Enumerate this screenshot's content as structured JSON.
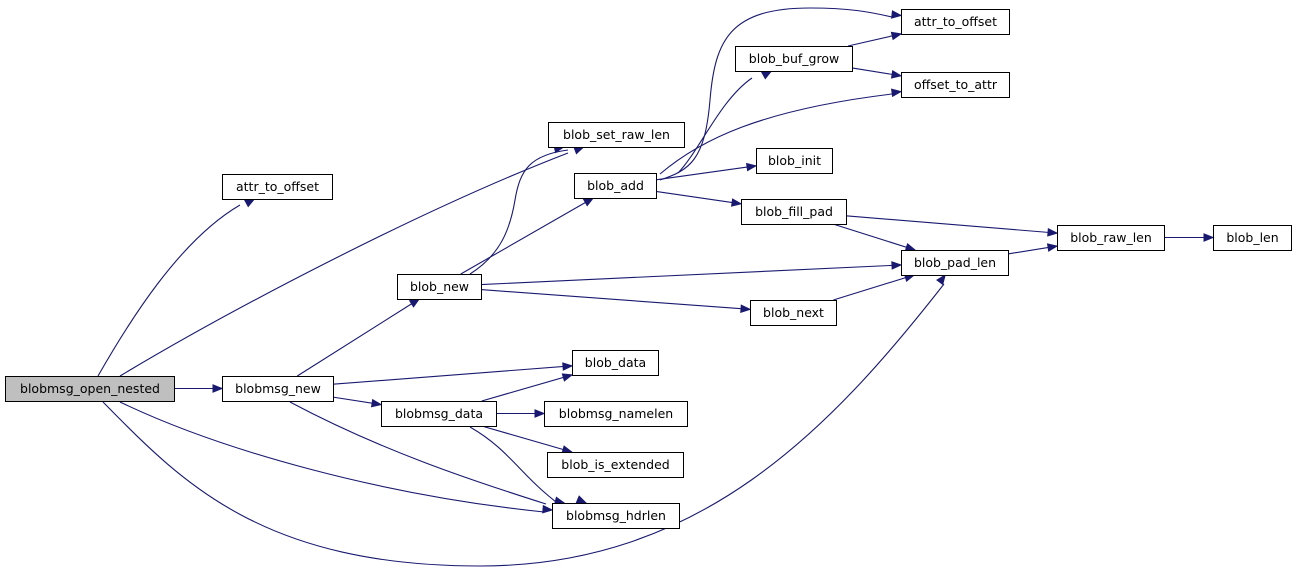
{
  "title": "blobmsg_open_nested",
  "edge_color": "#191970",
  "root_fill": "#bfbfbf",
  "nodes": [
    {
      "id": "blobmsg_open_nested",
      "label": "blobmsg_open_nested",
      "root": true
    },
    {
      "id": "attr_to_offset_1",
      "label": "attr_to_offset"
    },
    {
      "id": "blobmsg_new",
      "label": "blobmsg_new"
    },
    {
      "id": "blob_new",
      "label": "blob_new"
    },
    {
      "id": "blob_set_raw_len",
      "label": "blob_set_raw_len"
    },
    {
      "id": "blob_add",
      "label": "blob_add"
    },
    {
      "id": "blob_data",
      "label": "blob_data"
    },
    {
      "id": "blobmsg_data",
      "label": "blobmsg_data"
    },
    {
      "id": "blobmsg_namelen",
      "label": "blobmsg_namelen"
    },
    {
      "id": "blob_is_extended",
      "label": "blob_is_extended"
    },
    {
      "id": "blobmsg_hdrlen",
      "label": "blobmsg_hdrlen"
    },
    {
      "id": "blob_buf_grow",
      "label": "blob_buf_grow"
    },
    {
      "id": "blob_init",
      "label": "blob_init"
    },
    {
      "id": "blob_fill_pad",
      "label": "blob_fill_pad"
    },
    {
      "id": "blob_next",
      "label": "blob_next"
    },
    {
      "id": "attr_to_offset_2",
      "label": "attr_to_offset"
    },
    {
      "id": "offset_to_attr",
      "label": "offset_to_attr"
    },
    {
      "id": "blob_pad_len",
      "label": "blob_pad_len"
    },
    {
      "id": "blob_raw_len",
      "label": "blob_raw_len"
    },
    {
      "id": "blob_len",
      "label": "blob_len"
    }
  ],
  "edges": [
    {
      "from": "blobmsg_open_nested",
      "to": "attr_to_offset_1"
    },
    {
      "from": "blobmsg_open_nested",
      "to": "blob_set_raw_len"
    },
    {
      "from": "blobmsg_open_nested",
      "to": "blobmsg_new"
    },
    {
      "from": "blobmsg_open_nested",
      "to": "blobmsg_hdrlen"
    },
    {
      "from": "blobmsg_open_nested",
      "to": "blob_pad_len"
    },
    {
      "from": "blobmsg_new",
      "to": "blob_new"
    },
    {
      "from": "blobmsg_new",
      "to": "blob_data"
    },
    {
      "from": "blobmsg_new",
      "to": "blobmsg_data"
    },
    {
      "from": "blobmsg_new",
      "to": "blobmsg_hdrlen"
    },
    {
      "from": "blob_new",
      "to": "blob_set_raw_len"
    },
    {
      "from": "blob_new",
      "to": "blob_add"
    },
    {
      "from": "blob_new",
      "to": "blob_pad_len"
    },
    {
      "from": "blob_new",
      "to": "blob_next"
    },
    {
      "from": "blob_add",
      "to": "attr_to_offset_2"
    },
    {
      "from": "blob_add",
      "to": "blob_buf_grow"
    },
    {
      "from": "blob_add",
      "to": "offset_to_attr"
    },
    {
      "from": "blob_add",
      "to": "blob_init"
    },
    {
      "from": "blob_add",
      "to": "blob_fill_pad"
    },
    {
      "from": "blob_buf_grow",
      "to": "attr_to_offset_2"
    },
    {
      "from": "blob_buf_grow",
      "to": "offset_to_attr"
    },
    {
      "from": "blob_fill_pad",
      "to": "blob_raw_len"
    },
    {
      "from": "blob_fill_pad",
      "to": "blob_pad_len"
    },
    {
      "from": "blob_next",
      "to": "blob_pad_len"
    },
    {
      "from": "blob_pad_len",
      "to": "blob_raw_len"
    },
    {
      "from": "blob_raw_len",
      "to": "blob_len"
    },
    {
      "from": "blobmsg_data",
      "to": "blob_data"
    },
    {
      "from": "blobmsg_data",
      "to": "blobmsg_namelen"
    },
    {
      "from": "blobmsg_data",
      "to": "blob_is_extended"
    },
    {
      "from": "blobmsg_data",
      "to": "blobmsg_hdrlen"
    }
  ]
}
